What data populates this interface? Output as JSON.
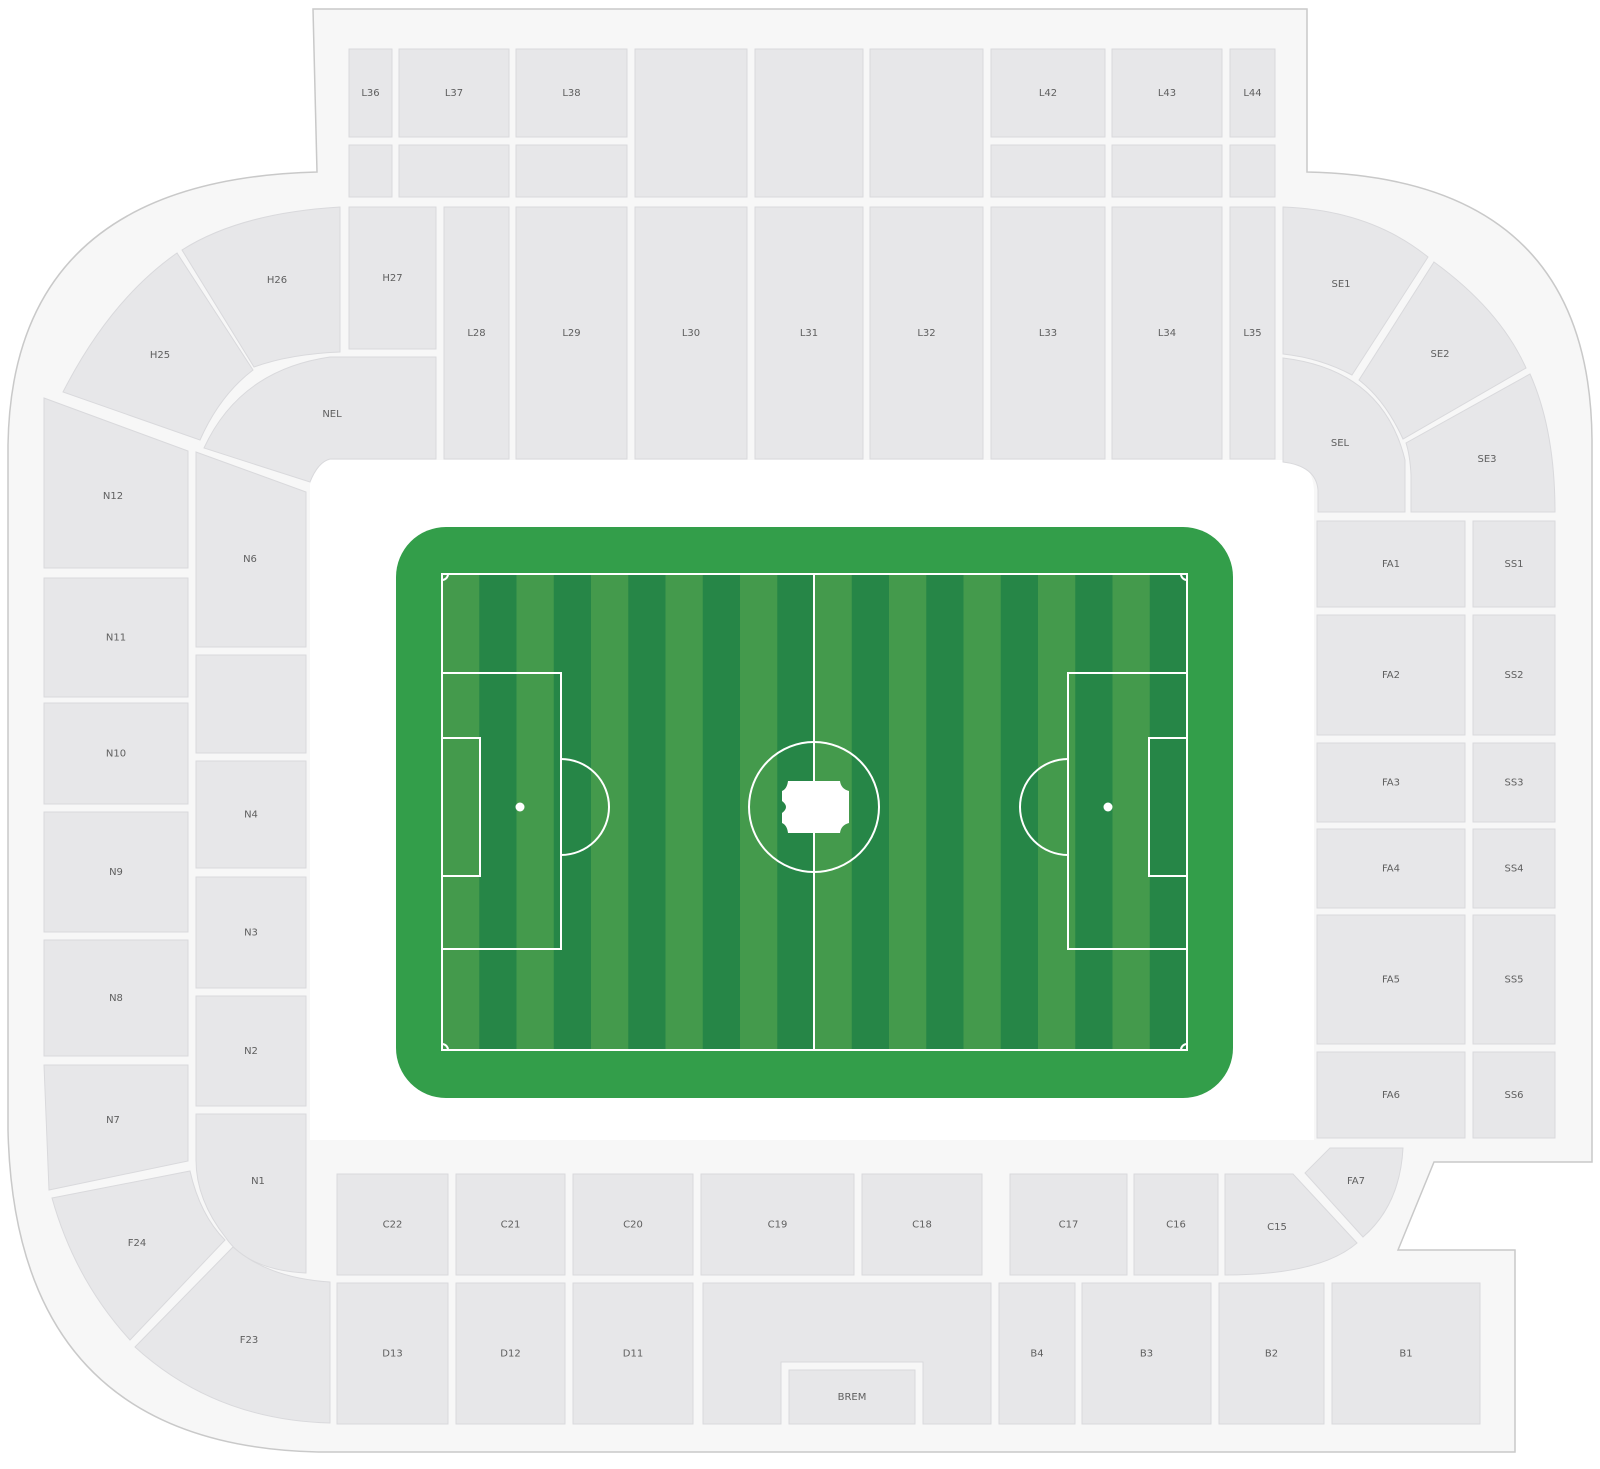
{
  "map": {
    "colors": {
      "section_fill": "#e7e7e9",
      "pitch_outer": "#339e4a",
      "stripe_dark": "#268647",
      "stripe_light": "#449a4c",
      "lines": "#ffffff"
    },
    "center_icon": "ticket-icon",
    "sections": {
      "L36": "L36",
      "L37": "L37",
      "L38": "L38",
      "L42": "L42",
      "L43": "L43",
      "L44": "L44",
      "H26": "H26",
      "H27": "H27",
      "L28": "L28",
      "L29": "L29",
      "L30": "L30",
      "L31": "L31",
      "L32": "L32",
      "L33": "L33",
      "L34": "L34",
      "L35": "L35",
      "SE1": "SE1",
      "SE2": "SE2",
      "SE3": "SE3",
      "SEL": "SEL",
      "H25": "H25",
      "NEL": "NEL",
      "N12": "N12",
      "N11": "N11",
      "N10": "N10",
      "N9": "N9",
      "N8": "N8",
      "N7": "N7",
      "N6": "N6",
      "N4": "N4",
      "N3": "N3",
      "N2": "N2",
      "N1": "N1",
      "FA1": "FA1",
      "FA2": "FA2",
      "FA3": "FA3",
      "FA4": "FA4",
      "FA5": "FA5",
      "FA6": "FA6",
      "FA7": "FA7",
      "SS1": "SS1",
      "SS2": "SS2",
      "SS3": "SS3",
      "SS4": "SS4",
      "SS5": "SS5",
      "SS6": "SS6",
      "F24": "F24",
      "F23": "F23",
      "C22": "C22",
      "C21": "C21",
      "C20": "C20",
      "C19": "C19",
      "C18": "C18",
      "C17": "C17",
      "C16": "C16",
      "C15": "C15",
      "D13": "D13",
      "D12": "D12",
      "D11": "D11",
      "BREM": "BREM",
      "B4": "B4",
      "B3": "B3",
      "B2": "B2",
      "B1": "B1"
    }
  }
}
